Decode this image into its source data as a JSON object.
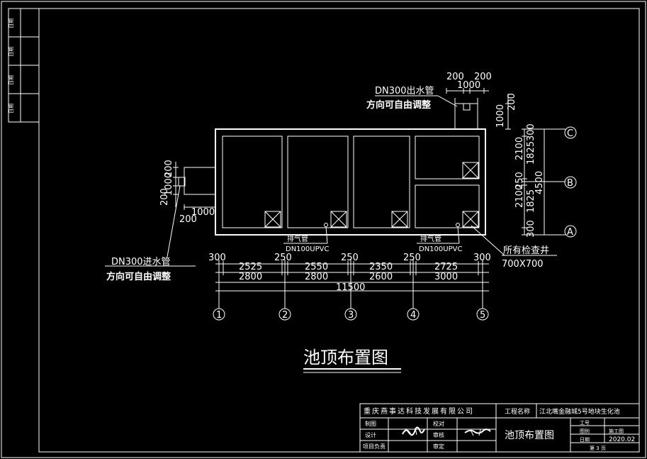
{
  "title": "池顶布置图",
  "colors": {
    "background": "#000000",
    "line": "#ffffff"
  },
  "side_strip": [
    "日期",
    "日期",
    "日期",
    "日期"
  ],
  "outlet_label": [
    "DN300出水管",
    "方向可自由调整"
  ],
  "inlet_label": [
    "DN300进水管",
    "方向可自由调整"
  ],
  "vent_labels": [
    {
      "name": "排气管",
      "spec": "DN100UPVC"
    },
    {
      "name": "排气管",
      "spec": "DN100UPVC"
    }
  ],
  "well_label": [
    "所有检查井",
    "700X700"
  ],
  "outlet_dims": {
    "top_left": "200",
    "top_right": "200",
    "width": "1000",
    "side_a": "1000",
    "side_b": "200"
  },
  "inlet_dims": {
    "top": "200",
    "mid": "1000",
    "bottom": "200",
    "width": "1000",
    "below": "200"
  },
  "right_dims": {
    "segments": [
      "300",
      "1825",
      "2100",
      "250",
      "1825",
      "2100",
      "300"
    ],
    "total": "4500",
    "axes": [
      "C",
      "B",
      "A"
    ]
  },
  "bottom_dims": {
    "walls": [
      "300",
      "250",
      "250",
      "250",
      "300"
    ],
    "clear": [
      "2525",
      "2550",
      "2350",
      "2725"
    ],
    "centers": [
      "2800",
      "2800",
      "2600",
      "3000"
    ],
    "total": "11500",
    "axes": [
      "1",
      "2",
      "3",
      "4",
      "5"
    ]
  },
  "title_block": {
    "company": "重庆燕事达科技发展有限公司",
    "project_label": "工程名称",
    "project_name": "江北嘴金融城5号地块生化池",
    "rows": [
      {
        "a": "制图",
        "b": "校对"
      },
      {
        "a": "设计",
        "b": "审核"
      },
      {
        "a": "项目负责",
        "b": "审定"
      }
    ],
    "drawing_name": "池顶布置图",
    "right_rows": [
      {
        "label": "工号",
        "value": ""
      },
      {
        "label": "图别",
        "value": "施工图"
      },
      {
        "label": "日期",
        "value": "2020.02"
      }
    ],
    "page": "第 3 页"
  }
}
